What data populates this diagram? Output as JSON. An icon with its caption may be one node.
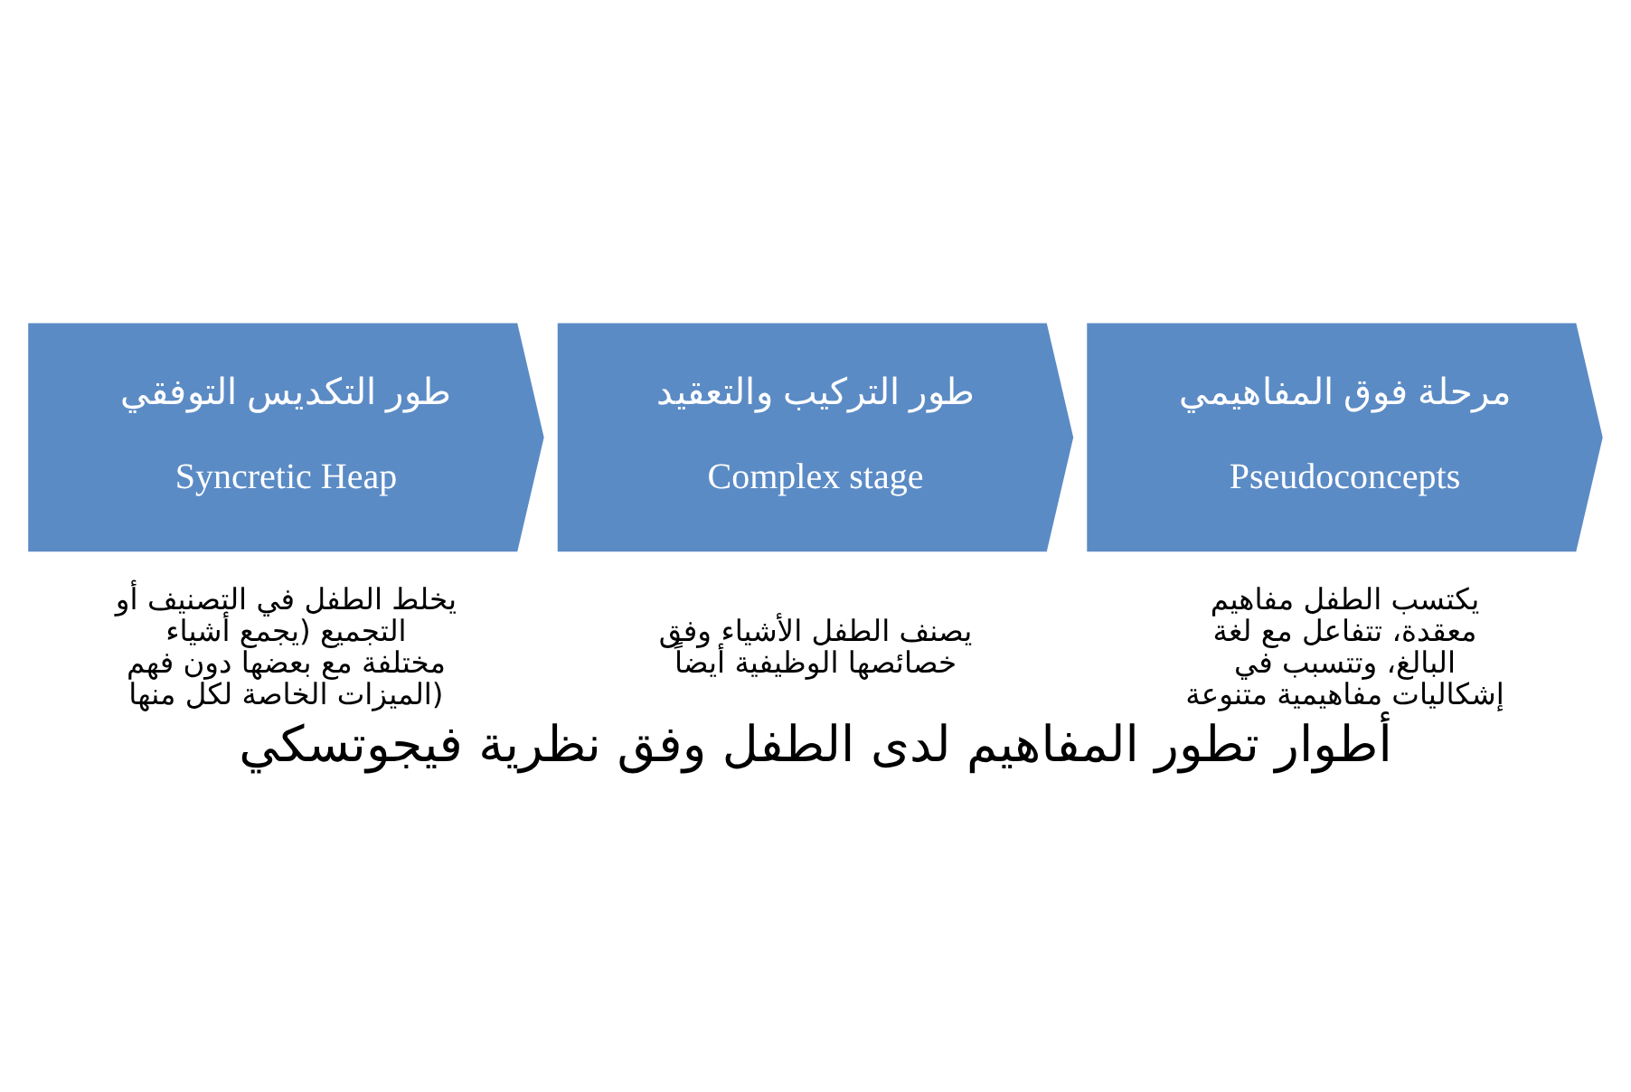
{
  "diagram": {
    "caption": "أطوار تطور المفاهيم لدى الطفل وفق نظرية فيجوتسكي",
    "nodes": [
      {
        "text": [
          "طور التكديس التوفقي",
          "Syncretic Heap"
        ],
        "beside": [
          "يخلط الطفل في التصنيف أو التجميع (يجمع أشياء مختلفة مع بعضها دون فهم الميزات الخاصة لكل منها)"
        ]
      },
      {
        "text": [
          "طور التركيب والتعقيد",
          "Complex stage"
        ],
        "beside": [
          "يصنف الطفل الأشياء وفق خصائصها الوظيفية أيضاً"
        ]
      },
      {
        "text": [
          "مرحلة فوق المفاهيمي",
          "Pseudoconcepts"
        ],
        "beside": [
          "يكتسب الطفل مفاهيم معقدة، تتفاعل مع لغة البالغ، وتتسبب في إشكاليات مفاهيمية متنوعة"
        ]
      }
    ]
  }
}
